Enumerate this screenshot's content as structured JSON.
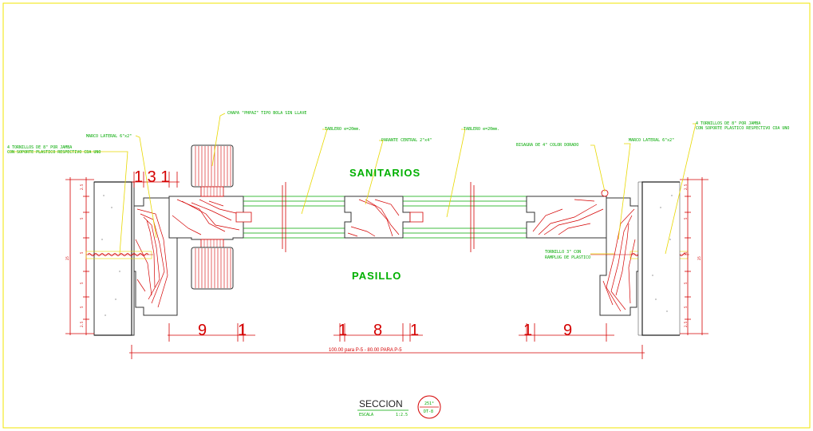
{
  "drawing": {
    "room_top": "SANITARIOS",
    "room_bottom": "PASILLO",
    "title": "SECCION",
    "scale_label": "ESCALA",
    "scale_value": "1:2.5",
    "ref_top": "251°",
    "ref_bottom": "DT-8",
    "overall_dim": "100.00 para P-5 - 80.00 PARA P-5",
    "dim_top_left": "1 3 1",
    "dim_bottom_left_a": "9",
    "dim_bottom_left_b": "1",
    "dim_bottom_mid_a": "1",
    "dim_bottom_mid_b": "8",
    "dim_bottom_mid_c": "1",
    "dim_bottom_right_a": "1",
    "dim_bottom_right_b": "9"
  },
  "notes": {
    "chapa": "CHAPA \"PHPAZ\" TIPO BOLA SIN LLAVE",
    "marco_left": "MARCO LATERAL 6\"x2\"",
    "tornillos_left_1": "4 TORNILLOS DE 8\" POR JAMBA",
    "tornillos_left_2": "CON SOPORTE PLASTICO RESPECTIVO CDA UNO",
    "tablero_left": "TABLERO e=20mm.",
    "parante": "PARANTE CENTRAL 2\"x4\"",
    "tablero_right": "TABLERO e=20mm.",
    "bisagra": "BISAGRA DE 4\" COLOR DORADO",
    "marco_right": "MARCO LATERAL 6\"x2\"",
    "tornillos_right_1": "4 TORNILLOS DE 8\" POR JAMBA",
    "tornillos_right_2": "CON SOPORTE PLASTICO RESPECTIVO CDA UNO",
    "tornillo_3_1": "TORNILLO 3\" CON",
    "tornillo_3_2": "RAMPLUG DE PLASTICO"
  },
  "wall_dims_left": [
    "2.5",
    "5",
    "5",
    "5",
    "5",
    "2.5"
  ],
  "wall_dims_right": [
    "2.5",
    "5",
    "5",
    "5",
    "5",
    "2.5"
  ],
  "wall_total": "25",
  "colors": {
    "border": "#f2e600",
    "wood": "#d40000",
    "annotation": "#00a800",
    "leader": "#e8d800",
    "outline": "#333333"
  }
}
